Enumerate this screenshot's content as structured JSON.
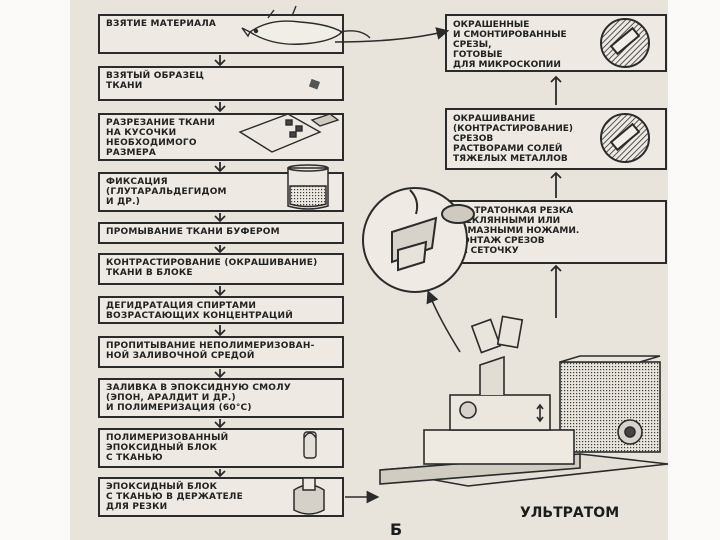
{
  "steps": [
    "ВЗЯТИЕ МАТЕРИАЛА",
    "ВЗЯТЫЙ ОБРАЗЕЦ\nТКАНИ",
    "РАЗРЕЗАНИЕ ТКАНИ\nНА КУСОЧКИ\nНЕОБХОДИМОГО\nРАЗМЕРА",
    "ФИКСАЦИЯ\n(ГЛУТАРАЛЬДЕГИДОМ\nИ ДР.)",
    "ПРОМЫВАНИЕ ТКАНИ БУФЕРОМ",
    "КОНТРАСТИРОВАНИЕ (ОКРАШИВАНИЕ)\nТКАНИ В БЛОКЕ",
    "ДЕГИДРАТАЦИЯ СПИРТАМИ\nВОЗРАСТАЮЩИХ КОНЦЕНТРАЦИЙ",
    "ПРОПИТЫВАНИЕ НЕПОЛИМЕРИЗОВАН-\nНОЙ ЗАЛИВОЧНОЙ СРЕДОЙ",
    "ЗАЛИВКА В ЭПОКСИДНУЮ СМОЛУ\n(ЭПОН, АРАЛДИТ И ДР.)\nИ ПОЛИМЕРИЗАЦИЯ (60°С)",
    "ПОЛИМЕРИЗОВАННЫЙ\nЭПОКСИДНЫЙ БЛОК\nС ТКАНЬЮ",
    "ЭПОКСИДНЫЙ БЛОК\nС ТКАНЬЮ В ДЕРЖАТЕЛЕ\nДЛЯ РЕЗКИ"
  ],
  "right_steps": [
    "ОКРАШЕННЫЕ\nИ СМОНТИРОВАННЫЕ\nСРЕЗЫ,\nГОТОВЫЕ\nДЛЯ МИКРОСКОПИИ",
    "ОКРАШИВАНИЕ\n(КОНТРАСТИРОВАНИЕ)\nСРЕЗОВ\nРАСТВОРАМИ СОЛЕЙ\nТЯЖЕЛЫХ МЕТАЛЛОВ",
    "УЛЬТРАТОНКАЯ РЕЗКА\nСТЕКЛЯННЫМИ ИЛИ\nАЛМАЗНЫМИ НОЖАМИ.\nМОНТАЖ СРЕЗОВ\nНА СЕТОЧКУ"
  ],
  "device_label": "УЛЬТРАТОМ",
  "figure_letter": "Б",
  "colors": {
    "ink": "#2b2b2b",
    "paper": "#e8e4dc"
  }
}
